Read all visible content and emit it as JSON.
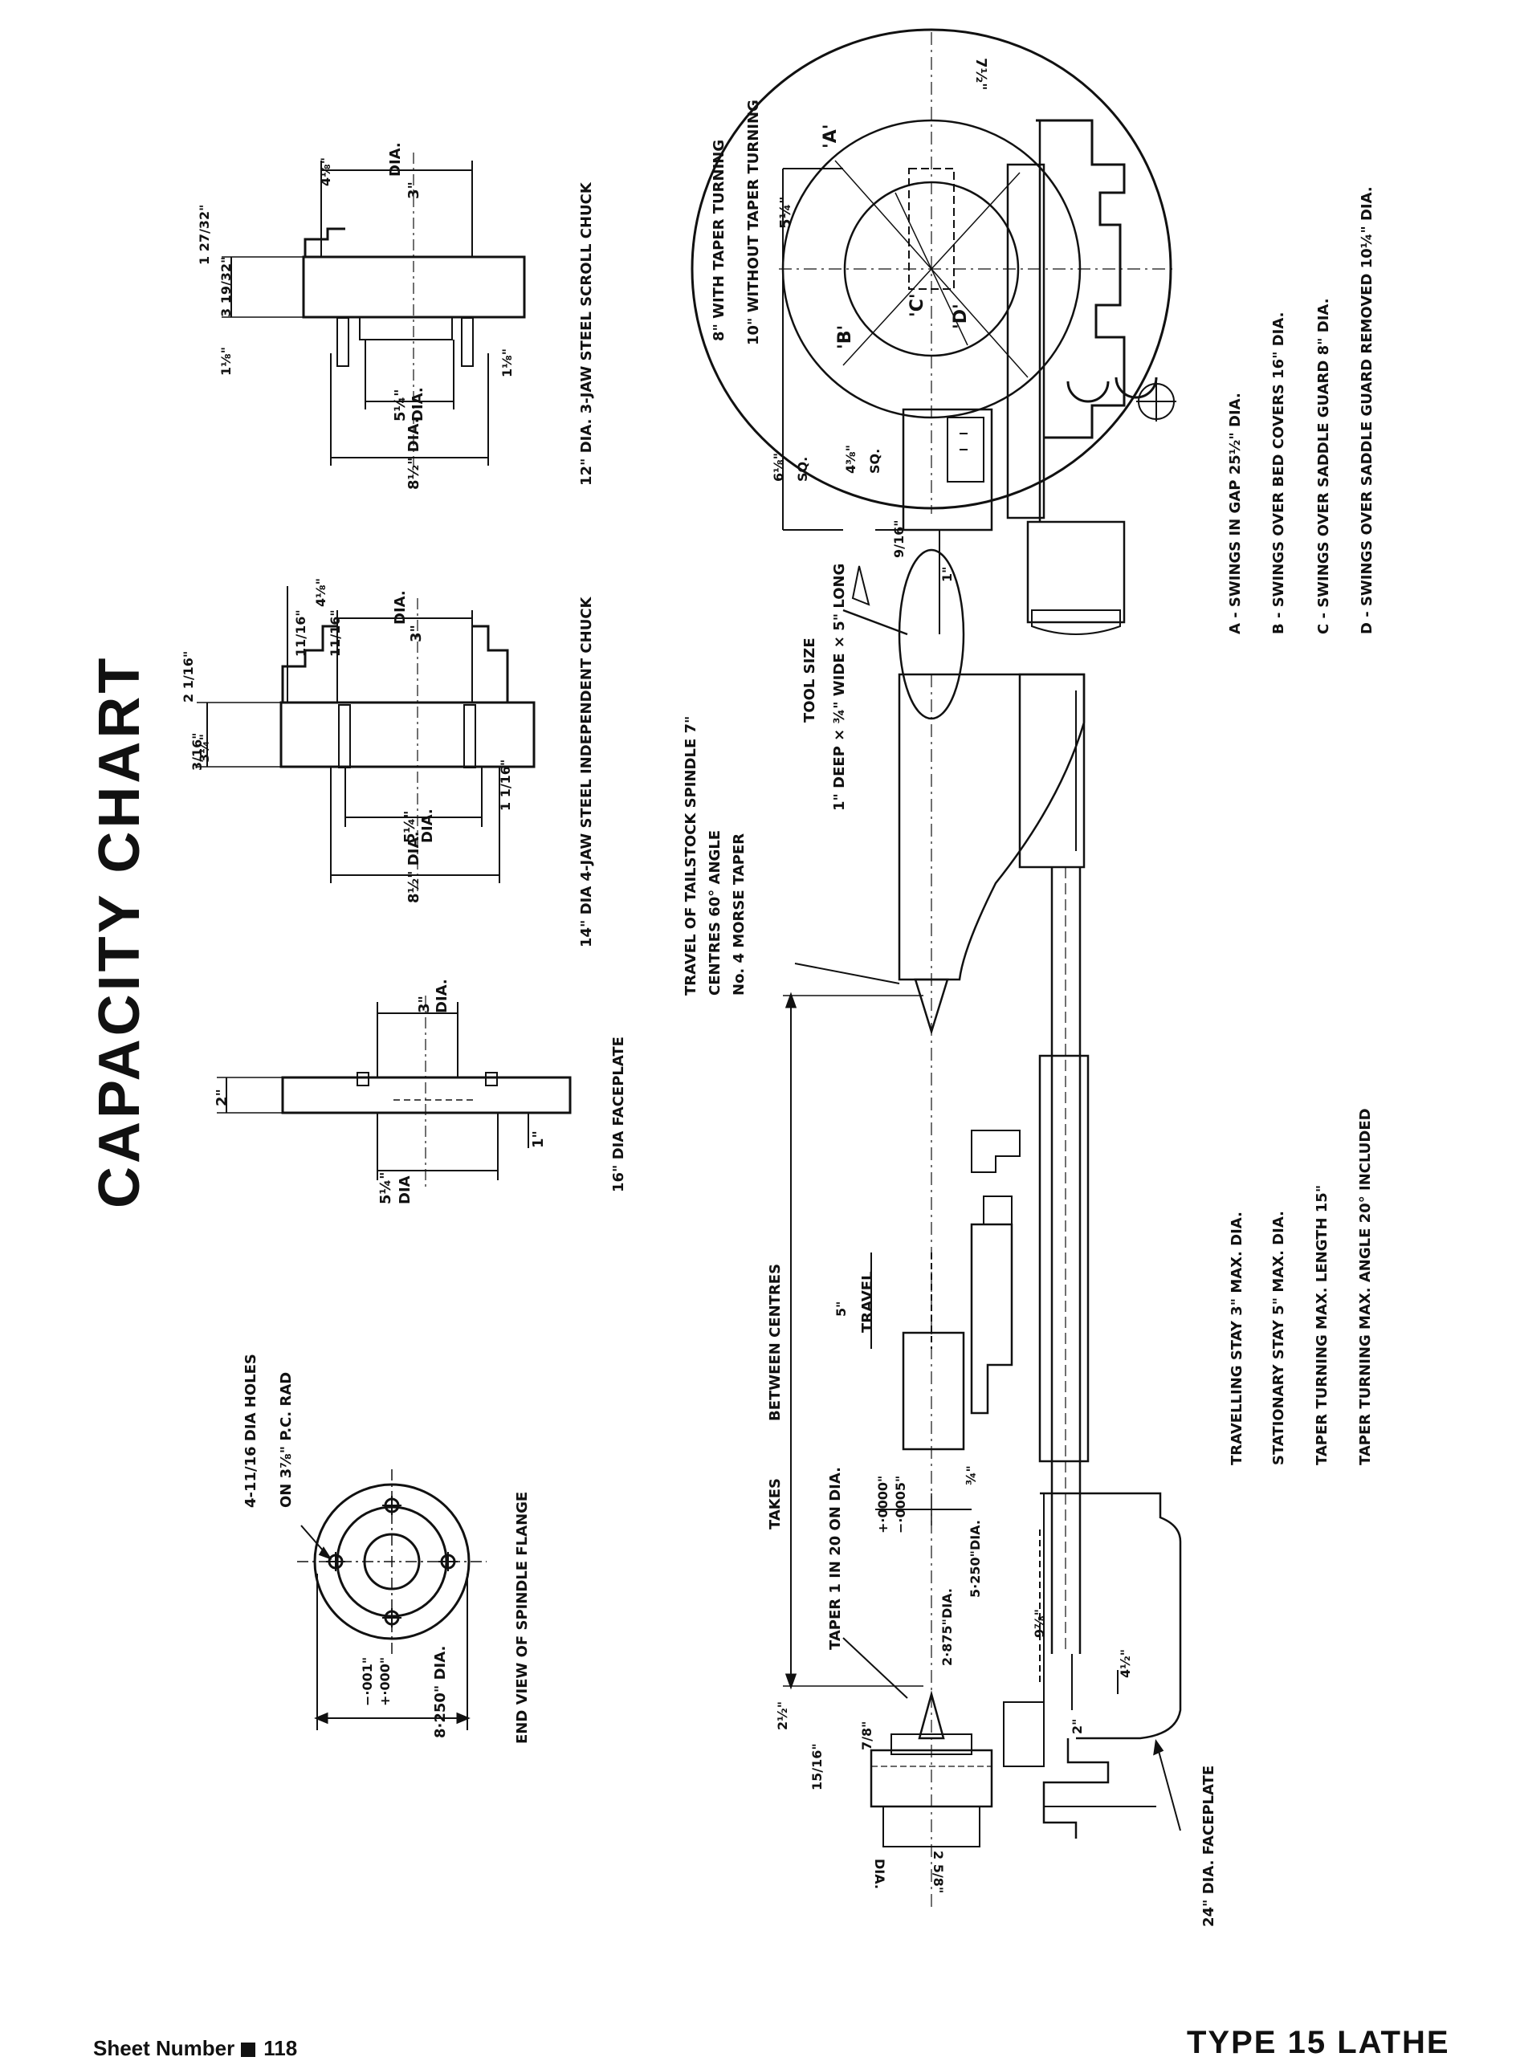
{
  "title": "CAPACITY CHART",
  "footer": {
    "sheet_label": "Sheet Number",
    "sheet_number": "118",
    "model": "TYPE 15 LATHE"
  },
  "flange": {
    "holes_line1": "4-11/16 DIA HOLES",
    "holes_line2": "ON 3⅞\" P.C. RAD",
    "dia": "8·250\" DIA.",
    "tol_plus": "+·000\"",
    "tol_minus": "−·001\"",
    "caption": "END VIEW OF SPINDLE FLANGE"
  },
  "faceplate16": {
    "dim_2": "2\"",
    "dim_3": "3\"",
    "dia": "DIA.",
    "dim_1": "1\"",
    "dim_5": "5¼\"",
    "dia2": "DIA",
    "caption": "16\" DIA  FACEPLATE"
  },
  "chuck14": {
    "d_3_16": "3/16\"",
    "d_3_4": "3¼\"",
    "d_2_1_16": "2 1/16\"",
    "d_11a": "11/16\"",
    "d_11b": "11/16\"",
    "d_4_1_8": "4⅛\"",
    "d_3": "3\"",
    "dia": "DIA.",
    "d_5_4": "5¼\"",
    "dia2": "DIA.",
    "d_1_1_16": "1 1/16\"",
    "d_8_half": "8½\" DIA.",
    "caption": "14\" DIA 4-JAW STEEL INDEPENDENT CHUCK"
  },
  "chuck12": {
    "d_1_1_8": "1⅛\"",
    "d_3_19_32": "3 19/32\"",
    "d_1_27_32": "1 27/32\"",
    "d_4_1_8": "4⅛\"",
    "d_3": "3\"",
    "dia": "DIA.",
    "d_5_4": "5¼\"",
    "dia2": "DIA.",
    "d_1_1_8b": "1⅛\"",
    "d_8_half": "8½\" DIA.",
    "caption": "12\" DIA. 3-JAW  STEEL SCROLL CHUCK"
  },
  "lathe": {
    "with_taper": "8\" WITH TAPER TURNING",
    "without_taper": "10\" WITHOUT TAPER TURNING",
    "d_5_4": "5¼\"",
    "d_7_half": "7½\"",
    "lbl_a": "'A'",
    "lbl_b": "'B'",
    "lbl_c": "'C'",
    "lbl_d": "'D'",
    "sq_6": "6⅛\"",
    "sq": "SQ.",
    "sq_4": "4⅜\"",
    "sq2": "SQ.",
    "d_9_16": "9/16\"",
    "d_1": "1\"",
    "tool_size": "TOOL SIZE",
    "tool_dims": "1\" DEEP × ¾\" WIDE × 5\" LONG",
    "tail_line1": "TRAVEL OF TAILSTOCK SPINDLE 7\"",
    "tail_line2": "CENTRES 60° ANGLE",
    "tail_line3": "No. 4 MORSE TAPER",
    "takes": "TAKES",
    "between": "BETWEEN CENTRES",
    "travel_5": "5\"",
    "travel": "TRAVEL",
    "d_3_4": "¾\"",
    "taper": "TAPER  1 IN 20 ON DIA.",
    "tol_plus": "+·0000\"",
    "tol_minus": "−·0005\"",
    "d_5_250": "5·250\"DIA.",
    "d_2_875": "2·875\"DIA.",
    "d_9_7_8": "9⅞\"",
    "d_2_half": "2½\"",
    "d_7_8": "7/8\"",
    "d_2": "2\"",
    "d_4_1_2": "4½\"",
    "d_15_16": "15/16\"",
    "d_2_5_8": "2 5/8\"",
    "dia": "DIA.",
    "faceplate24": "24\" DIA.  FACEPLATE"
  },
  "notes": {
    "a": "A - SWINGS IN GAP 25½\" DIA.",
    "b": "B - SWINGS OVER BED COVERS 16\" DIA.",
    "c": "C - SWINGS OVER SADDLE GUARD 8\" DIA.",
    "d": "D - SWINGS OVER SADDLE GUARD REMOVED 10¼\" DIA.",
    "stay1": "TRAVELLING STAY 3\" MAX. DIA.",
    "stay2": "STATIONARY STAY 5\" MAX. DIA.",
    "taper1": "TAPER TURNING MAX. LENGTH 15\"",
    "taper2": "TAPER TURNING MAX. ANGLE 20° INCLUDED"
  }
}
